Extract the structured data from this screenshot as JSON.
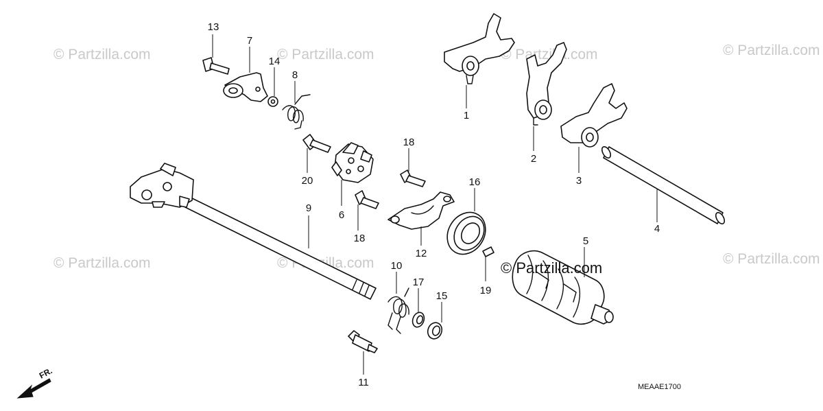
{
  "watermark": {
    "text": "© Partzilla.com"
  },
  "brand_text": "© Partzilla.com",
  "diagram_code": "MEAAE1700",
  "direction_label": "FR.",
  "callouts": [
    {
      "label": "1"
    },
    {
      "label": "2"
    },
    {
      "label": "3"
    },
    {
      "label": "4"
    },
    {
      "label": "5"
    },
    {
      "label": "6"
    },
    {
      "label": "7"
    },
    {
      "label": "8"
    },
    {
      "label": "9"
    },
    {
      "label": "10"
    },
    {
      "label": "11"
    },
    {
      "label": "12"
    },
    {
      "label": "13"
    },
    {
      "label": "14"
    },
    {
      "label": "15"
    },
    {
      "label": "16"
    },
    {
      "label": "17"
    },
    {
      "label": "18"
    },
    {
      "label": "18"
    },
    {
      "label": "19"
    },
    {
      "label": "20"
    }
  ]
}
